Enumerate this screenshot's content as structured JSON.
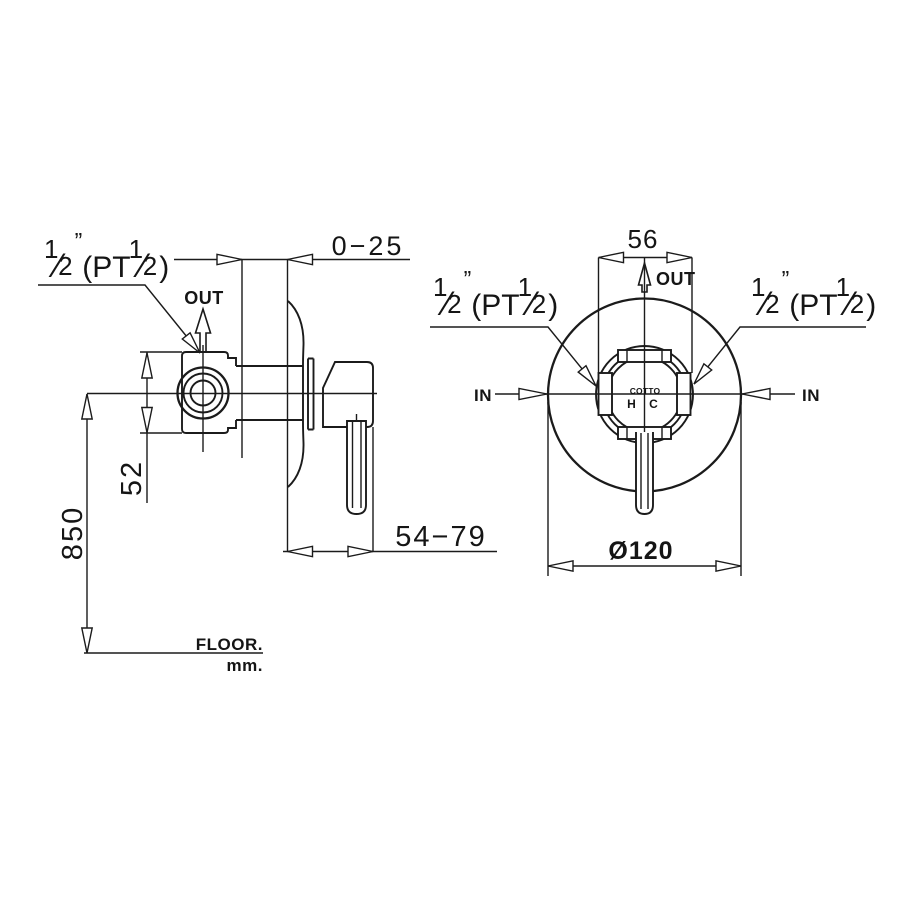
{
  "side_view": {
    "out_label": "OUT",
    "dim_wall_thickness": "0−25",
    "dim_body_height": "52",
    "dim_mount_height": "850",
    "dim_depth_range": "54−79",
    "floor_label": "FLOOR.",
    "unit_label": "mm."
  },
  "front_view": {
    "out_label": "OUT",
    "in_left_label": "IN",
    "in_right_label": "IN",
    "dim_body_width": "56",
    "dim_plate_diameter": "Ø120",
    "brand": "COTTO",
    "hot_label": "H",
    "cold_label": "C"
  },
  "port_thread_label": {
    "numerator": "1",
    "fraction_slash": "⁄",
    "denominator": "2",
    "inch_mark": "”",
    "thread_open": "(PT",
    "close_paren": ")"
  }
}
